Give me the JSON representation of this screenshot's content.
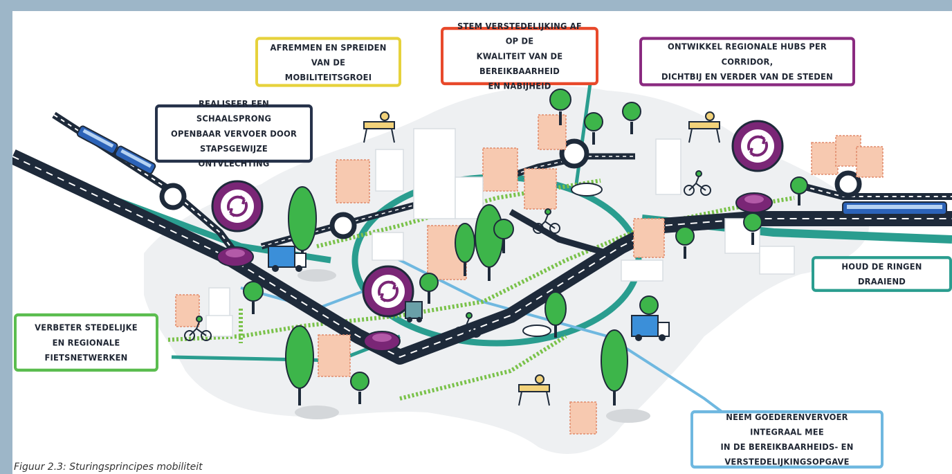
{
  "caption": "Figuur 2.3: Sturingsprincipes mobiliteit",
  "labels": {
    "afremmen": {
      "text": "AFREMMEN EN SPREIDEN VAN DE\nMOBILITEITSGROEI",
      "color": "#e6d23c"
    },
    "stem": {
      "text": "STEM VERSTEDELIJKING AF OP DE\nKWALITEIT VAN DE BEREIKBAARHEID\nEN NABIJHEID",
      "color": "#e8492b"
    },
    "ontwikkel": {
      "text": "ONTWIKKEL REGIONALE HUBS PER CORRIDOR,\nDICHTBIJ EN VERDER VAN DE STEDEN",
      "color": "#8a2a80"
    },
    "realiseer": {
      "text": "REALISEER EEN SCHAALSPRONG\nOPENBAAR VERVOER DOOR\nSTAPSGEWIJZE ONTVLECHTING",
      "color": "#26324a"
    },
    "houd": {
      "text": "HOUD DE RINGEN DRAAIEND",
      "color": "#2a9d8f"
    },
    "verbeter": {
      "text": "VERBETER STEDELIJKE\nEN REGIONALE\nFIETSNETWERKEN",
      "color": "#5bbd4f"
    },
    "neem": {
      "text": "NEEM GOEDERENVERVOER INTEGRAAL MEE\nIN DE BEREIKBAARHEIDS- EN\nVERSTEDELIJKINGSOPGAVE",
      "color": "#6fb8e0"
    }
  },
  "colors": {
    "road": "#1e2a3a",
    "teal": "#2a9d8f",
    "bike": "#7ac24a",
    "water": "#6fb8e0",
    "tree": "#3db54a",
    "building": "#f7c9b0",
    "hub": "#7a2676",
    "ground": "#eeeff1"
  },
  "icons": {
    "hub_sign": "interchange-arrows-icon",
    "train": "train-icon",
    "truck": "truck-icon",
    "bike": "cyclist-icon",
    "desk": "workplace-desk-icon",
    "roundabout": "roundabout-icon"
  }
}
